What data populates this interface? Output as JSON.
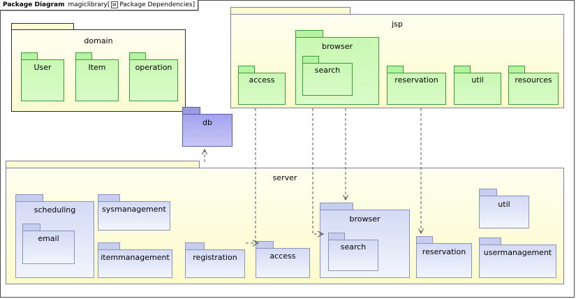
{
  "frame": {
    "kind_label": "Package Diagram",
    "model_name": "magiclibrary",
    "bracket_open": "[",
    "doc_icon": "document-icon",
    "view_name": "Package Dependencies",
    "bracket_close": "]"
  },
  "packages": {
    "domain": {
      "label": "domain",
      "color": "#fcfcd2",
      "children": [
        {
          "label": "User",
          "color": "#c9f8b4"
        },
        {
          "label": "Item",
          "color": "#c9f8b4"
        },
        {
          "label": "operation",
          "color": "#c9f8b4"
        }
      ]
    },
    "jsp": {
      "label": "jsp",
      "color": "#fcfcd2",
      "children": [
        {
          "label": "access",
          "color": "#c9f8b4"
        },
        {
          "label": "browser",
          "color": "#c9f8b4"
        },
        {
          "label": "search",
          "color": "#c9f8b4"
        },
        {
          "label": "reservation",
          "color": "#c9f8b4"
        },
        {
          "label": "util",
          "color": "#c9f8b4"
        },
        {
          "label": "resources",
          "color": "#c9f8b4"
        }
      ]
    },
    "db": {
      "label": "db",
      "color": "#a3a3ee"
    },
    "server": {
      "label": "server",
      "color": "#fcfcd2",
      "children": [
        {
          "label": "scheduling",
          "color": "#d3daf4"
        },
        {
          "label": "email",
          "color": "#d3daf4"
        },
        {
          "label": "sysmanagement",
          "color": "#d3daf4"
        },
        {
          "label": "itemmanagement",
          "color": "#d3daf4"
        },
        {
          "label": "registration",
          "color": "#d3daf4"
        },
        {
          "label": "access",
          "color": "#d3daf4"
        },
        {
          "label": "browser",
          "color": "#d3daf4"
        },
        {
          "label": "search",
          "color": "#d3daf4"
        },
        {
          "label": "reservation",
          "color": "#d3daf4"
        },
        {
          "label": "util",
          "color": "#d3daf4"
        },
        {
          "label": "usermanagement",
          "color": "#d3daf4"
        }
      ]
    }
  },
  "dependencies": [
    {
      "from": "server",
      "to": "db",
      "style": "dashed-arrow"
    },
    {
      "from": "jsp.access",
      "to": "server.access",
      "style": "dashed-arrow"
    },
    {
      "from": "jsp.browser",
      "to": "server.browser",
      "style": "dashed-arrow"
    },
    {
      "from": "jsp.search",
      "to": "server.search",
      "style": "dashed-arrow"
    },
    {
      "from": "jsp.reservation",
      "to": "server.reservation",
      "style": "dashed-arrow"
    }
  ],
  "colors": {
    "line": "#555555",
    "frame_border": "#4a4a4a",
    "green_border": "#3c9a3c",
    "blue_border": "#8a93b8",
    "purple_border": "#5a5ab0",
    "yellow_border": "#7a7f93"
  }
}
